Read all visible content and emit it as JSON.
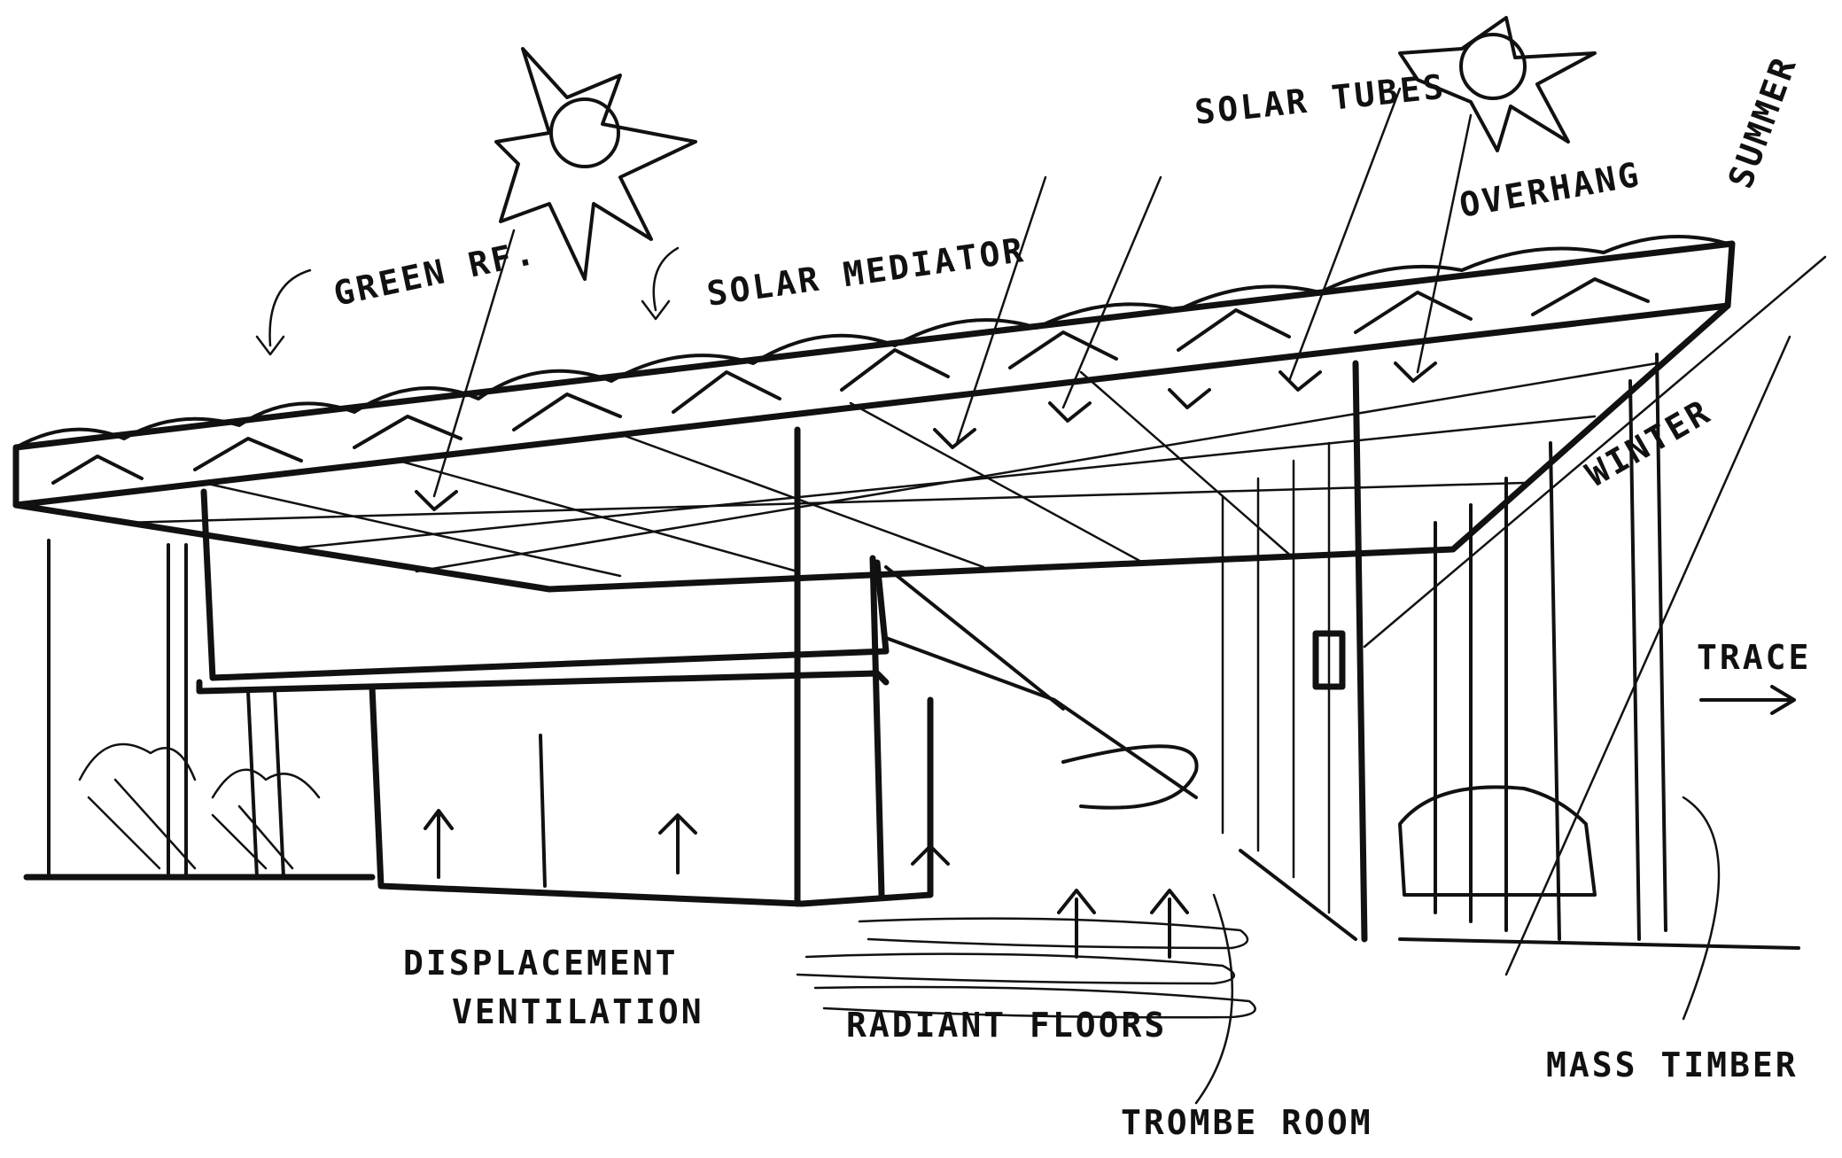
{
  "labels": {
    "green_rf": "GREEN RF.",
    "solar_mediator": "SOLAR MEDIATOR",
    "solar_tubes": "SOLAR TUBES",
    "overhang": "OVERHANG",
    "summer": "SUMMER",
    "winter": "WINTER",
    "trace": "TRACE",
    "displacement": "DISPLACEMENT",
    "ventilation": "VENTILATION",
    "radiant_floors": "RADIANT FLOORS",
    "trombe_room": "TROMBE ROOM",
    "mass_timber": "MASS TIMBER"
  },
  "colors": {
    "ink": "#111111",
    "paper": "#ffffff"
  }
}
